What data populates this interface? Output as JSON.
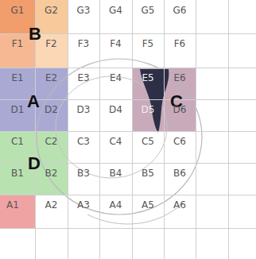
{
  "diagram": {
    "nodes": [
      {
        "text": [
          "B"
        ]
      },
      {
        "text": [
          "A"
        ]
      },
      {
        "text": [
          "C"
        ]
      },
      {
        "text": [
          "D"
        ]
      },
      {
        "text": [
          "A1"
        ]
      }
    ],
    "labels": [
      "G1",
      "G2",
      "G3",
      "G4",
      "G5",
      "G6",
      "F1",
      "F2",
      "F3",
      "F4",
      "F5",
      "F6",
      "E1",
      "E2",
      "E3",
      "E4",
      "E5",
      "E6",
      "D1",
      "D2",
      "D3",
      "D4",
      "D5",
      "D6",
      "C1",
      "C2",
      "C3",
      "C4",
      "C5",
      "C6",
      "B1",
      "B2",
      "B3",
      "B4",
      "B5",
      "B6",
      "A2",
      "A3",
      "A4",
      "A5",
      "A6"
    ]
  }
}
